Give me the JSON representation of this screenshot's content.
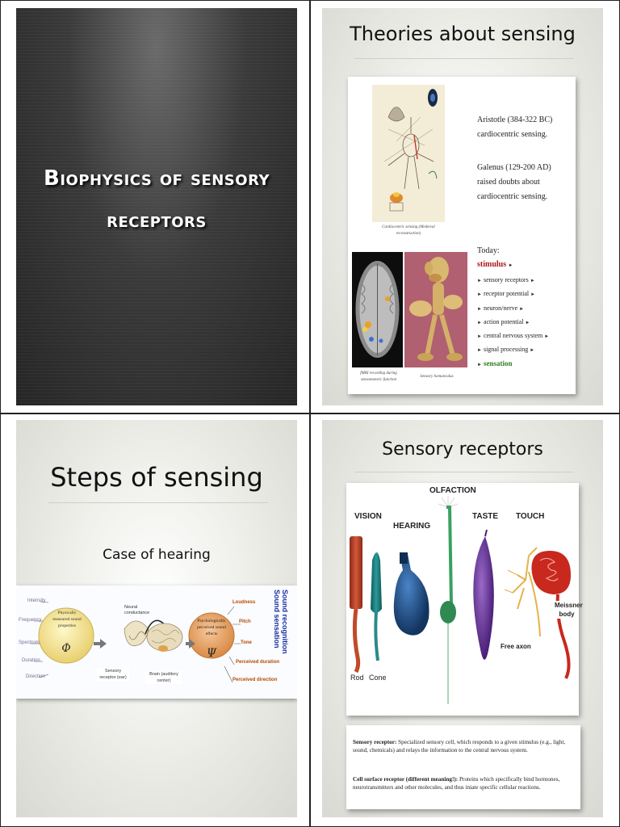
{
  "slide1": {
    "title_line1": "Biophysics of sensory",
    "title_line2": "receptors"
  },
  "slide2": {
    "title": "Theories about sensing",
    "caption_cardio": "Cardiocentric sensing (Medieval reconstruction)",
    "caption_fmri": "fMRI recording during sensomotoric function",
    "caption_homunc": "Sensory homunculus",
    "aristotle": "Aristotle (384-322 BC) cardiocentric sensing.",
    "galenus": "Galenus (129-200 AD) raised doubts about cardiocentric sensing.",
    "today": "Today:",
    "stimulus": "stimulus",
    "steps": [
      "sensory receptors",
      "receptor potential",
      "neuron/nerve",
      "action potential",
      "central nervous system",
      "signal processing"
    ],
    "sensation": "sensation"
  },
  "slide3": {
    "title": "Steps of sensing",
    "subtitle": "Case of hearing",
    "left_props": [
      "Intensity",
      "Frequency",
      "Spectrum",
      "Duration",
      "Direction"
    ],
    "phys_circle": "Physically measured sound properties",
    "phi": "Φ",
    "neural": "Neural conductance",
    "receptor": "Sensory receptor (ear)",
    "brain": "Brain (auditory center)",
    "psy_circle": "Psychologically perceived sound effects",
    "psi": "Ψ",
    "right_props": [
      "Loudness",
      "Pitch",
      "Tone",
      "Perceived duration",
      "Perceived direction"
    ],
    "side_1": "Sound recognition",
    "side_2": "Sound sensation"
  },
  "slide4": {
    "title": "Sensory receptors",
    "labels": {
      "olfaction": "OLFACTION",
      "vision": "VISION",
      "hearing": "HEARING",
      "taste": "TASTE",
      "touch": "TOUCH",
      "rod": "Rod",
      "cone": "Cone",
      "free_axon": "Free axon",
      "meissner": "Meissner body"
    },
    "def1_term": "Sensory receptor:",
    "def1_text": " Specialized sensory cell, which responds to a given stimulus (e.g., light, sound, chemicals) and relays the information to the central nervous system.",
    "def2_term": "Cell surface receptor (different meaning!):",
    "def2_text": " Proteins which specifically bind hormones, neurotransmitters and other molecules, and thus iniate specific cellular reactions."
  },
  "colors": {
    "stimulus": "#b0151b",
    "sensation": "#2e7d1e",
    "right_props": "#b84a00",
    "side_text": "#1a2ea0"
  }
}
